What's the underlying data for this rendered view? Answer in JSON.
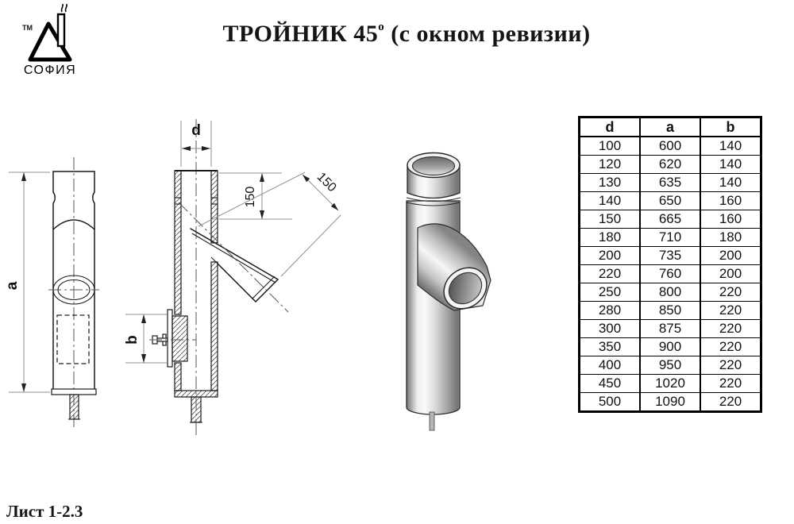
{
  "logo": {
    "tm": "ТМ",
    "brand": "СОФИЯ"
  },
  "title": {
    "main": "ТРОЙНИК 45",
    "degree_mark": "о",
    "suffix": "(с окном ревизии)"
  },
  "dimensions": {
    "a": "a",
    "b": "b",
    "d": "d",
    "branch_offset": "150",
    "branch_length": "150"
  },
  "table": {
    "headers": [
      "d",
      "a",
      "b"
    ],
    "rows": [
      [
        "100",
        "600",
        "140"
      ],
      [
        "120",
        "620",
        "140"
      ],
      [
        "130",
        "635",
        "140"
      ],
      [
        "140",
        "650",
        "160"
      ],
      [
        "150",
        "665",
        "160"
      ],
      [
        "180",
        "710",
        "180"
      ],
      [
        "200",
        "735",
        "200"
      ],
      [
        "220",
        "760",
        "200"
      ],
      [
        "250",
        "800",
        "220"
      ],
      [
        "280",
        "850",
        "220"
      ],
      [
        "300",
        "875",
        "220"
      ],
      [
        "350",
        "900",
        "220"
      ],
      [
        "400",
        "950",
        "220"
      ],
      [
        "450",
        "1020",
        "220"
      ],
      [
        "500",
        "1090",
        "220"
      ]
    ]
  },
  "footer": {
    "sheet": "Лист 1-2.3"
  },
  "colors": {
    "line": "#1a1a1a",
    "dim_line": "#8f8f8f",
    "metal_light": "#fbfbfb",
    "metal_dark": "#6f6f6f"
  }
}
